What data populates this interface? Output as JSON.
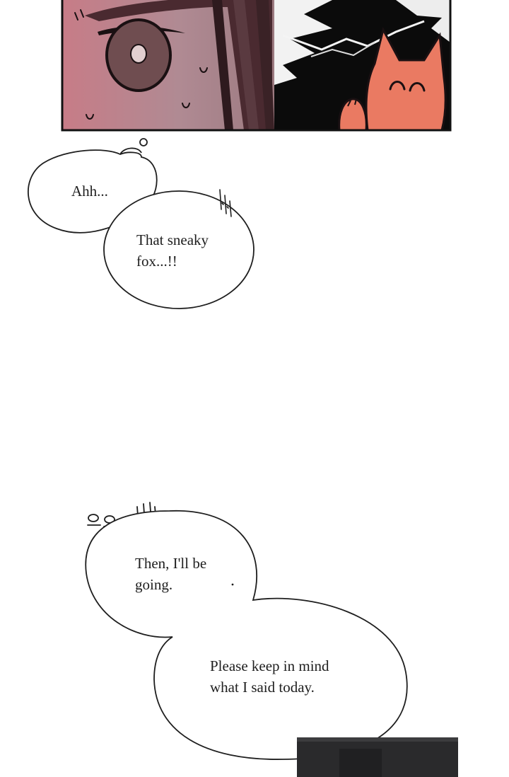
{
  "bubbles": [
    {
      "id": "bubble-ahh",
      "lines": [
        "Ahh..."
      ]
    },
    {
      "id": "bubble-sneaky-fox",
      "lines": [
        "That sneaky",
        "fox...!!"
      ]
    },
    {
      "id": "bubble-going",
      "lines": [
        "Then, I'll be",
        "going."
      ]
    },
    {
      "id": "bubble-keep-in-mind",
      "lines": [
        "Please keep in mind",
        "what I said today."
      ]
    }
  ],
  "colors": {
    "background": "#ffffff",
    "ink": "#1e1e1e",
    "panel_skin": "#a77f86",
    "panel_hair": "#4a2a30",
    "panel_dark": "#0b0b0b",
    "fox": "#ea7a62",
    "bottom_panel": "#2a2a2c"
  }
}
